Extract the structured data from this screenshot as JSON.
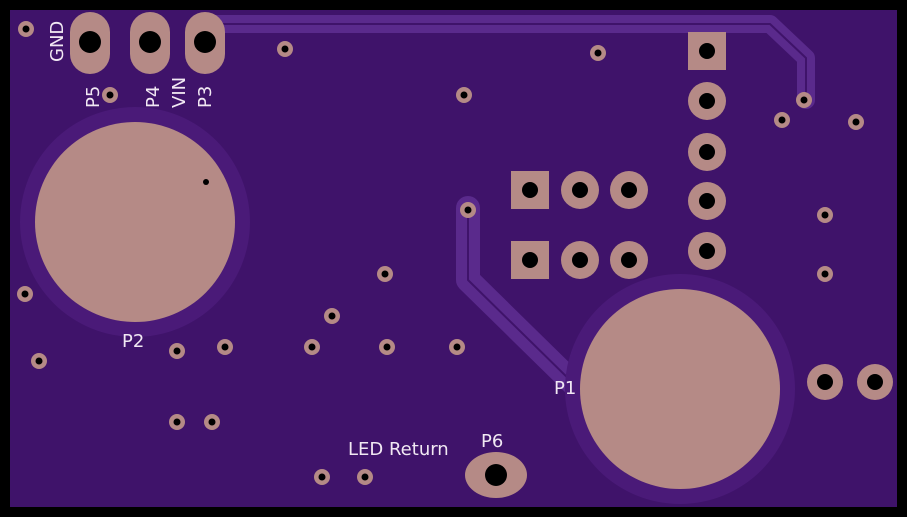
{
  "board": {
    "colors": {
      "substrate": "#3f136a",
      "copper_fill": "#4a1a78",
      "trace": "#5a2a8c",
      "pad": "#b58a86",
      "hole": "#000000",
      "silkscreen": "#f1e8f3",
      "outline": "#000000"
    }
  },
  "labels": {
    "gnd": "GND",
    "p5": "P5",
    "p4": "P4",
    "vin": "VIN",
    "p3": "P3",
    "p2": "P2",
    "p1": "P1",
    "p6": "P6",
    "led_return": "LED Return"
  }
}
